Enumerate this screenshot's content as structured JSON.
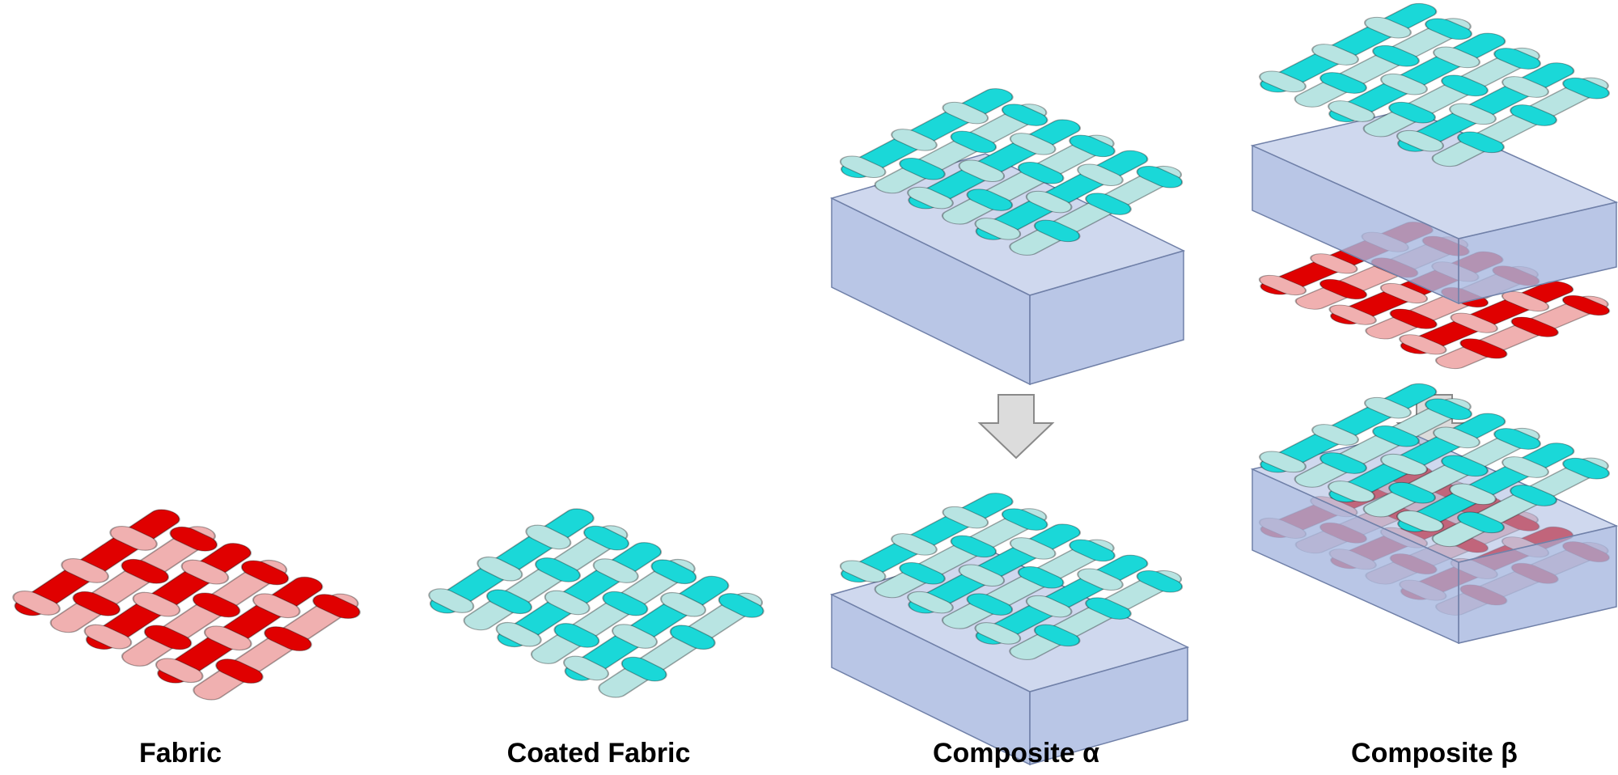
{
  "labels": {
    "fabric": "Fabric",
    "coated_fabric": "Coated Fabric",
    "composite_alpha": "Composite α",
    "composite_beta": "Composite β"
  },
  "colors": {
    "fabric_dark": "#e00000",
    "fabric_light": "#f0b0b0",
    "coated_dark": "#1ad8d8",
    "coated_light": "#b8e4e2",
    "matrix_fill": "#a8b8e0",
    "matrix_stroke": "#7080a8",
    "arrow_fill": "#dcdcdc",
    "arrow_stroke": "#8a8a8a"
  },
  "icons": {
    "arrow": "down-arrow-icon"
  }
}
